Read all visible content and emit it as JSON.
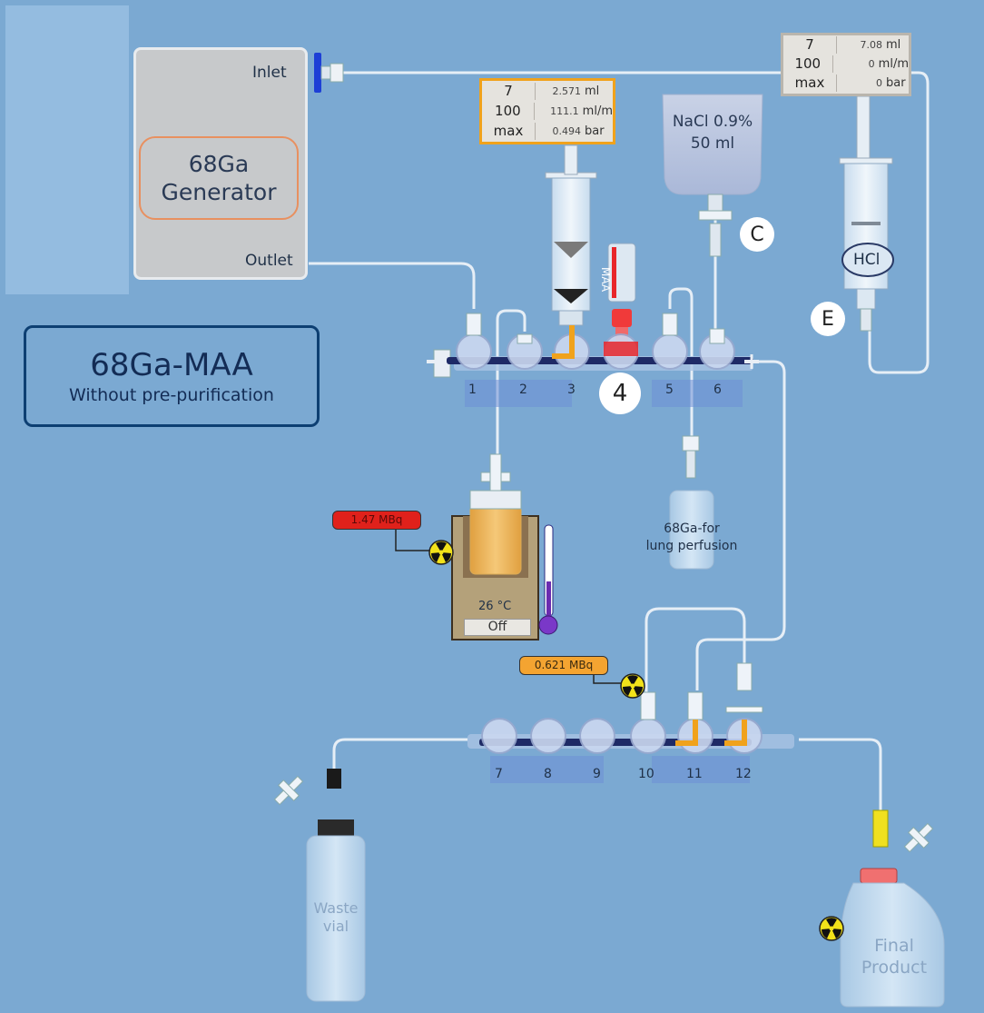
{
  "title": {
    "main": "68Ga-MAA",
    "sub": "Without pre-purification"
  },
  "generator": {
    "line1": "68Ga",
    "line2": "Generator",
    "inlet_label": "Inlet",
    "outlet_label": "Outlet"
  },
  "pump_left": {
    "rows": [
      [
        "7",
        "2.571",
        "ml"
      ],
      [
        "100",
        "111.1",
        "ml/m"
      ],
      [
        "max",
        "0.494",
        "bar"
      ]
    ]
  },
  "pump_right": {
    "rows": [
      [
        "7",
        "7.08",
        "ml"
      ],
      [
        "100",
        "0",
        "ml/m"
      ],
      [
        "max",
        "0",
        "bar"
      ]
    ]
  },
  "nacl_bag": {
    "line1": "NaCl 0.9%",
    "line2": "50 ml"
  },
  "maa_label": "MAA",
  "hcl_label": "HCl",
  "markers": {
    "c": "C",
    "e": "E",
    "four": "4"
  },
  "valves_top": [
    "1",
    "2",
    "3",
    "5",
    "6"
  ],
  "valves_bottom": [
    "7",
    "8",
    "9",
    "10",
    "11",
    "12"
  ],
  "reactor": {
    "activity": "1.47 MBq",
    "temperature": "26 °C",
    "heater": "Off"
  },
  "lung_vial": {
    "line1": "68Ga-for",
    "line2": "lung perfusion"
  },
  "bottom_activity": "0.621 MBq",
  "waste_vial": {
    "line1": "Waste",
    "line2": "vial"
  },
  "final_vial": {
    "line1": "Final",
    "line2": "Product"
  },
  "colors": {
    "background": "#7ba9d2",
    "active": "#f0a21c",
    "valve_bar": "#1e2a66",
    "alarm_red": "#e0211b"
  }
}
